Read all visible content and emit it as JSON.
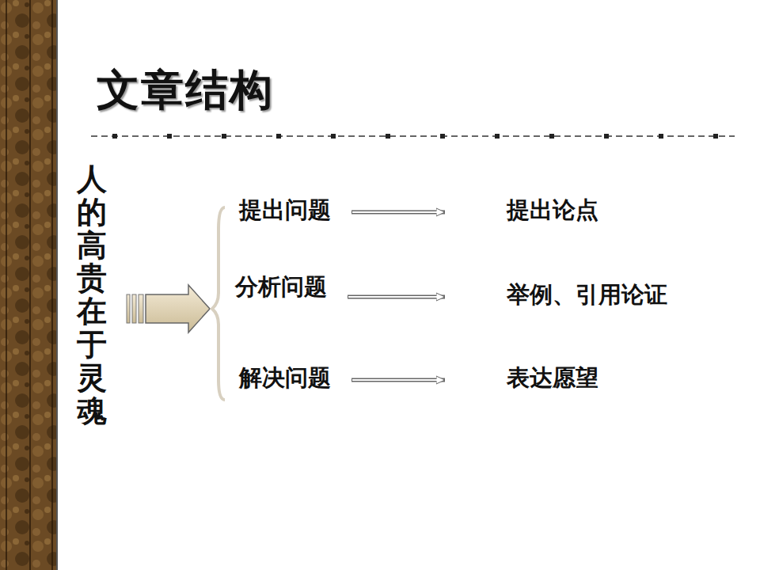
{
  "diagram": {
    "title": "文章结构",
    "nodes": [
      {
        "text": [
          "人的高贵在于灵魂"
        ]
      },
      {
        "text": [
          "提出问题"
        ]
      },
      {
        "text": [
          "提出论点"
        ]
      },
      {
        "text": [
          "分析问题"
        ]
      },
      {
        "text": [
          "举例、引用论证"
        ]
      },
      {
        "text": [
          "解决问题"
        ]
      },
      {
        "text": [
          "表达愿望"
        ]
      }
    ],
    "edges": [
      {
        "from": 1,
        "to": 2,
        "arrow": "to"
      },
      {
        "from": 3,
        "to": 4,
        "arrow": "to"
      },
      {
        "from": 5,
        "to": 6,
        "arrow": "to"
      }
    ]
  }
}
